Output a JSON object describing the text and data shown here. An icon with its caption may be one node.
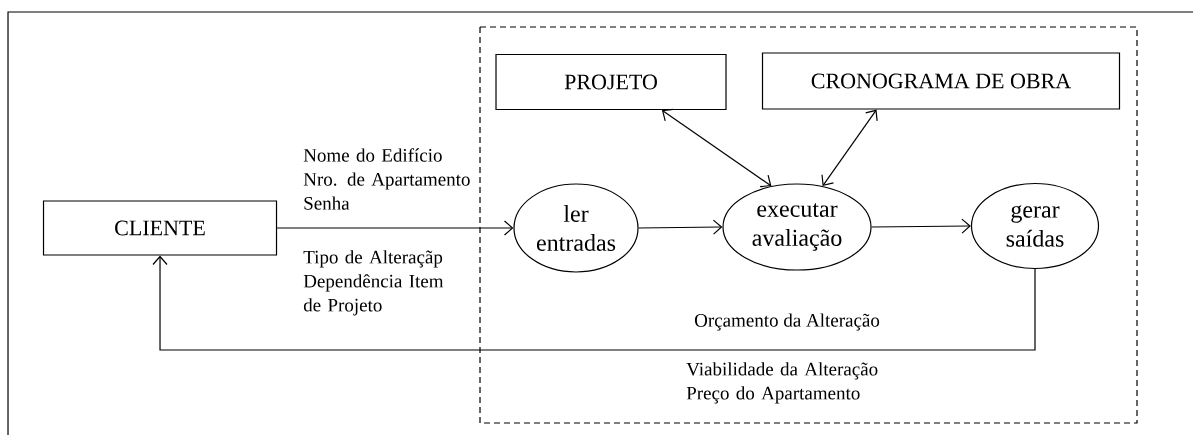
{
  "diagram": {
    "nodes": [
      {
        "text": [
          "CLIENTE"
        ]
      },
      {
        "text": [
          "PROJETO"
        ]
      },
      {
        "text": [
          "CRONOGRAMA DE OBRA"
        ]
      },
      {
        "text": [
          "ler entradas"
        ]
      },
      {
        "text": [
          "executar avaliação"
        ]
      },
      {
        "text": [
          "gerar saídas"
        ]
      }
    ],
    "edges": [
      {
        "from": 0,
        "to": 3,
        "arrow": "to",
        "label": "Nome do Edifício Nro. de Apartamento Senha"
      },
      {
        "from": 3,
        "to": 4,
        "arrow": "to"
      },
      {
        "from": 4,
        "to": 5,
        "arrow": "to"
      },
      {
        "from": 1,
        "to": 4,
        "arrow": "both"
      },
      {
        "from": 2,
        "to": 4,
        "arrow": "both"
      },
      {
        "from": 5,
        "to": 0,
        "arrow": "to",
        "label": "Orçamento da Alteração"
      }
    ],
    "labels": [
      "Tipo de Alteraçãp Dependência Item de Projeto",
      "Viabilidade da Alteração Preço do Apartamento"
    ]
  }
}
